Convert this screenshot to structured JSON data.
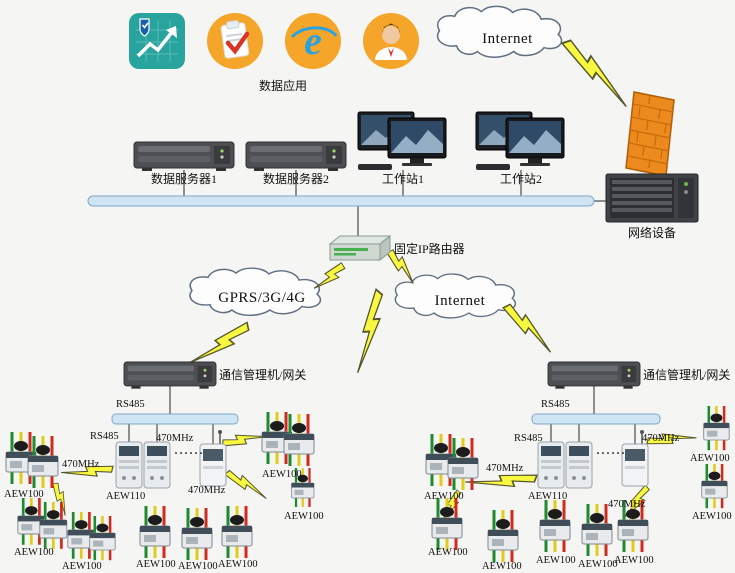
{
  "labels": {
    "data_apps": "数据应用",
    "internet_top": "Internet",
    "network_device": "网络设备",
    "server1": "数据服务器1",
    "server2": "数据服务器2",
    "workstation1": "工作站1",
    "workstation2": "工作站2",
    "router": "固定IP路由器",
    "gprs_cloud": "GPRS/3G/4G",
    "internet_cloud2": "Internet",
    "gateway_left": "通信管理机/网关",
    "gateway_right": "通信管理机/网关",
    "ie_letter": "e"
  },
  "repeated": {
    "rs485": "RS485",
    "mhz470": "470MHz",
    "aew100": "AEW100",
    "aew110": "AEW110",
    "dots": "······"
  },
  "colors": {
    "bolt_yellow": "#f8f840",
    "bus_blue": "#cfe5f3",
    "firewall_orange": "#ec8a1e",
    "icon_orange": "#f5a62a",
    "icon_teal": "#29a39e"
  }
}
